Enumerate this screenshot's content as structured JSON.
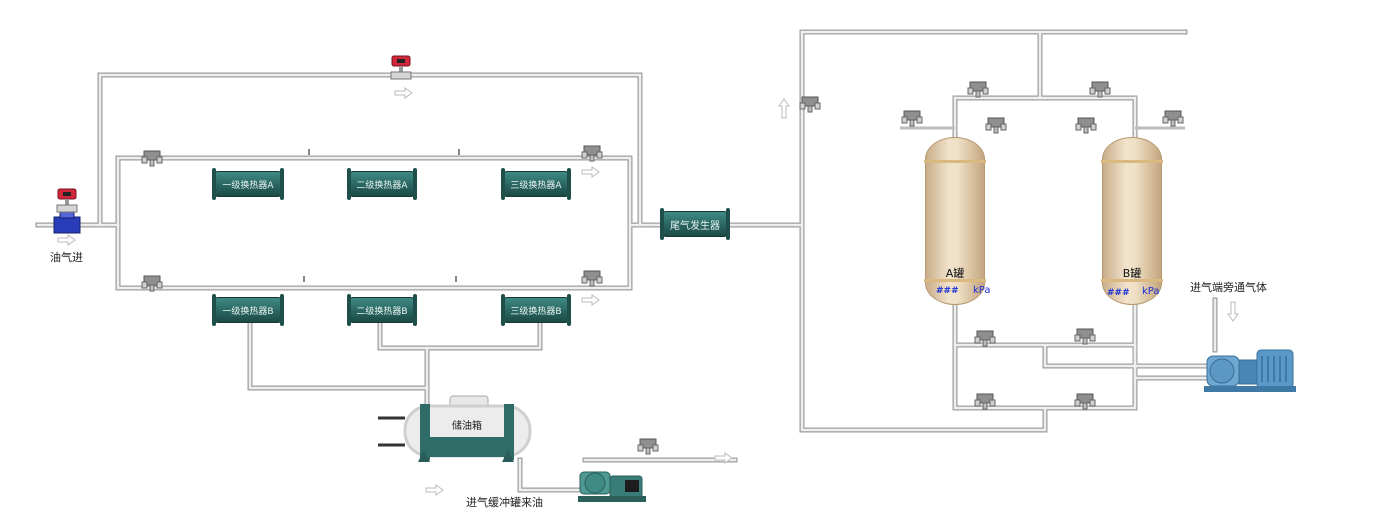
{
  "labels": {
    "inlet": "油气进",
    "buffer_oil": "进气缓冲罐来油",
    "bypass_gas": "进气端旁通气体"
  },
  "equipment": {
    "hx_a1": "一级换热器A",
    "hx_a2": "二级换热器A",
    "hx_a3": "三级换热器A",
    "hx_b1": "一级换热器B",
    "hx_b2": "二级换热器B",
    "hx_b3": "三级换热器B",
    "tail_gas_generator": "尾气发生器",
    "oil_storage": "储油箱"
  },
  "tanks": {
    "a": {
      "name": "A罐",
      "value": "###",
      "unit": "kPa"
    },
    "b": {
      "name": "B罐",
      "value": "###",
      "unit": "kPa"
    }
  },
  "colors": {
    "pipe": "#c9c9c9",
    "exchanger": "#2a6560",
    "tank": "#efe0c6",
    "pump": "#4a86b5",
    "reading": "#1a2fd8",
    "flow_meter": "#d0283a"
  }
}
